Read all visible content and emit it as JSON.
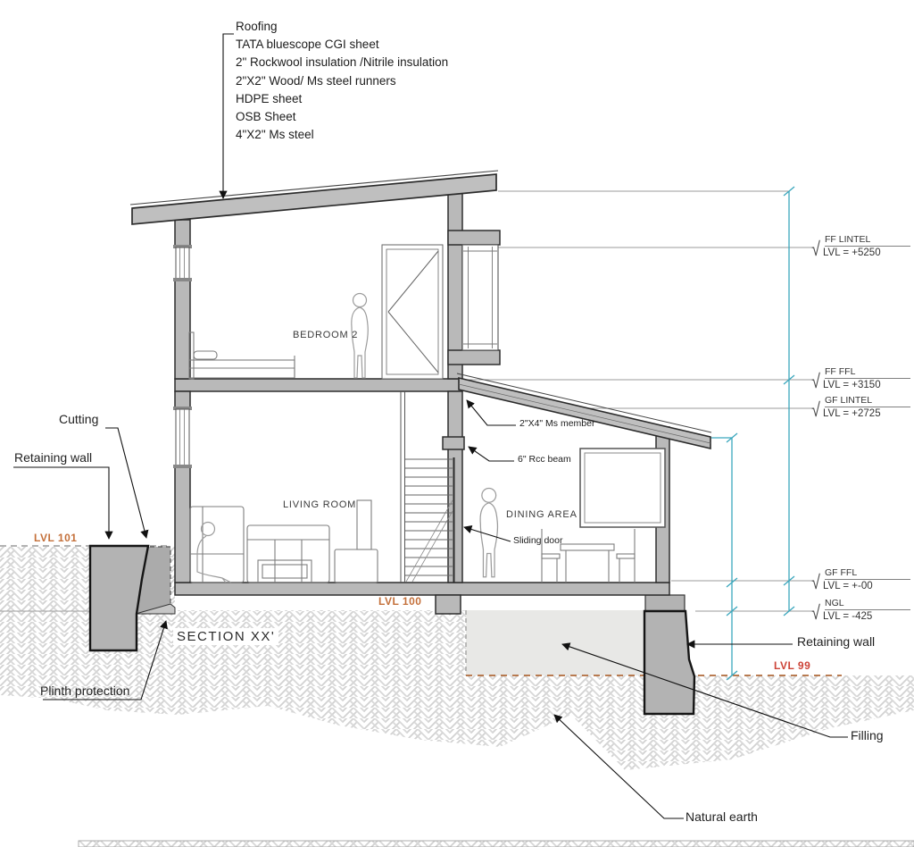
{
  "title": "SECTION XX'",
  "roofing": {
    "lines": [
      "Roofing",
      "TATA bluescope CGI sheet",
      "2\" Rockwool insulation /Nitrile insulation",
      "2\"X2\" Wood/ Ms steel runners",
      "HDPE sheet",
      "OSB Sheet",
      "4\"X2\" Ms steel"
    ]
  },
  "rooms": {
    "bedroom": "BEDROOM 2",
    "living": "LIVING ROOM",
    "dining": "DINING AREA"
  },
  "annotations": {
    "cutting": "Cutting",
    "retaining_wall_left": "Retaining wall",
    "plinth_protection": "Plinth protection",
    "sliding_door": "Sliding door",
    "ms_member": "2\"X4\" Ms member",
    "rcc_beam": "6\" Rcc beam",
    "retaining_wall_right": "Retaining wall",
    "filling": "Filling",
    "natural_earth": "Natural earth"
  },
  "levels": {
    "markers": [
      {
        "name": "FF LINTEL",
        "value": "LVL = +5250"
      },
      {
        "name": "FF FFL",
        "value": "LVL = +3150"
      },
      {
        "name": "GF LINTEL",
        "value": "LVL = +2725"
      },
      {
        "name": "GF FFL",
        "value": "LVL = +-00"
      },
      {
        "name": "NGL",
        "value": "LVL = -425"
      }
    ],
    "level_symbol": "√",
    "lvl101": "LVL 101",
    "lvl100": "LVL 100",
    "lvl99": "LVL 99"
  },
  "colors": {
    "wall_gray": "#b3b3b3",
    "roof_gray": "#bfbfbf",
    "filling_gray": "#e8e8e6",
    "hatch_gray": "#d0d0d0",
    "dimension_cyan": "#3ba7bd",
    "reference_gray": "#9b9b9b",
    "level_orange": "#c4703a",
    "level_red": "#cd4438",
    "line_black": "#1a1a1a"
  }
}
